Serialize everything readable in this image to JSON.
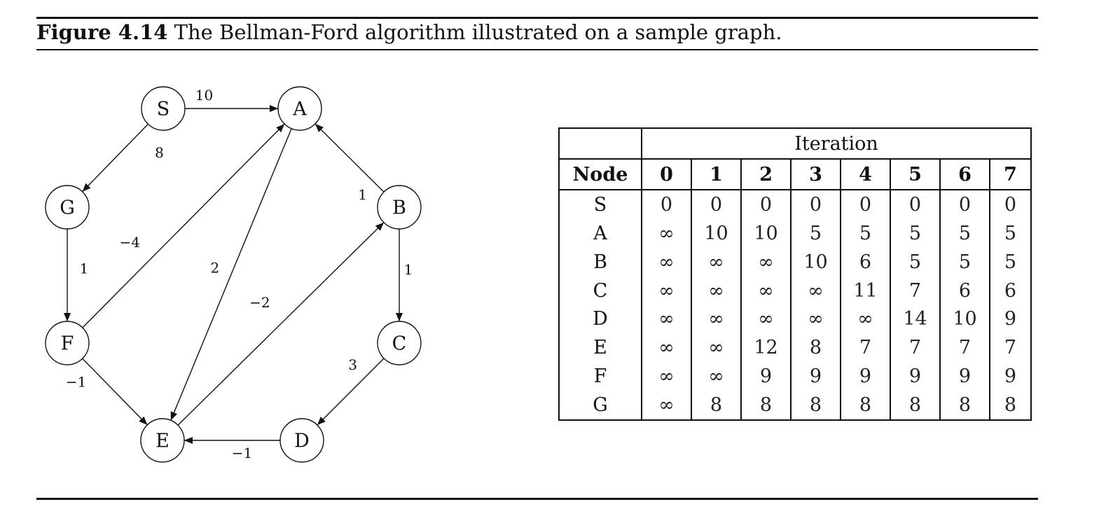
{
  "caption": {
    "label": "Figure 4.14",
    "text": "The Bellman-Ford algorithm illustrated on a sample graph."
  },
  "graph": {
    "nodes": [
      "S",
      "A",
      "G",
      "B",
      "F",
      "C",
      "E",
      "D"
    ],
    "edges": [
      {
        "from": "S",
        "to": "A",
        "weight": "10"
      },
      {
        "from": "S",
        "to": "G",
        "weight": "8"
      },
      {
        "from": "G",
        "to": "F",
        "weight": "1"
      },
      {
        "from": "F",
        "to": "A",
        "weight": "−4"
      },
      {
        "from": "A",
        "to": "E",
        "weight": "2"
      },
      {
        "from": "B",
        "to": "A",
        "weight": "1"
      },
      {
        "from": "B",
        "to": "C",
        "weight": "1"
      },
      {
        "from": "E",
        "to": "B",
        "weight": "−2"
      },
      {
        "from": "F",
        "to": "E",
        "weight": "−1"
      },
      {
        "from": "C",
        "to": "D",
        "weight": "3"
      },
      {
        "from": "D",
        "to": "E",
        "weight": "−1"
      }
    ]
  },
  "table": {
    "iteration_header": "Iteration",
    "node_header": "Node",
    "iterations": [
      "0",
      "1",
      "2",
      "3",
      "4",
      "5",
      "6",
      "7"
    ],
    "rows": [
      {
        "node": "S",
        "values": [
          "0",
          "0",
          "0",
          "0",
          "0",
          "0",
          "0",
          "0"
        ]
      },
      {
        "node": "A",
        "values": [
          "∞",
          "10",
          "10",
          "5",
          "5",
          "5",
          "5",
          "5"
        ]
      },
      {
        "node": "B",
        "values": [
          "∞",
          "∞",
          "∞",
          "10",
          "6",
          "5",
          "5",
          "5"
        ]
      },
      {
        "node": "C",
        "values": [
          "∞",
          "∞",
          "∞",
          "∞",
          "11",
          "7",
          "6",
          "6"
        ]
      },
      {
        "node": "D",
        "values": [
          "∞",
          "∞",
          "∞",
          "∞",
          "∞",
          "14",
          "10",
          "9"
        ]
      },
      {
        "node": "E",
        "values": [
          "∞",
          "∞",
          "12",
          "8",
          "7",
          "7",
          "7",
          "7"
        ]
      },
      {
        "node": "F",
        "values": [
          "∞",
          "∞",
          "9",
          "9",
          "9",
          "9",
          "9",
          "9"
        ]
      },
      {
        "node": "G",
        "values": [
          "∞",
          "8",
          "8",
          "8",
          "8",
          "8",
          "8",
          "8"
        ]
      }
    ]
  }
}
